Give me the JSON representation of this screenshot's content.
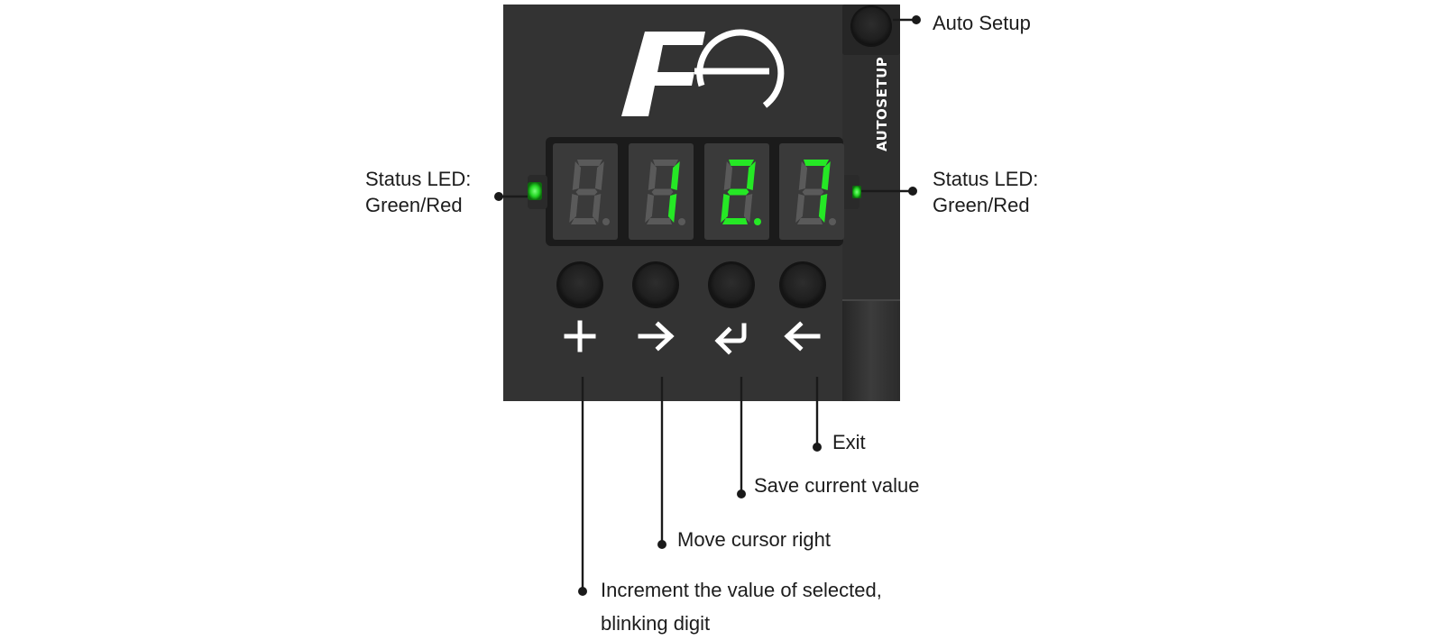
{
  "device": {
    "side_label": "AUTOSETUP",
    "display_digits": [
      "",
      "1",
      "2",
      "7"
    ],
    "decimal_point_on": [
      false,
      false,
      true,
      false
    ],
    "led_color": "#25e825",
    "panel_color": "#333333",
    "buttons": [
      {
        "symbol": "+",
        "icon": "plus-icon"
      },
      {
        "symbol": "→",
        "icon": "arrow-right-icon"
      },
      {
        "symbol": "↩",
        "icon": "enter-icon"
      },
      {
        "symbol": "←",
        "icon": "arrow-left-icon"
      }
    ]
  },
  "callouts": {
    "auto_setup": "Auto Setup",
    "status_led_left": [
      "Status LED:",
      "Green/Red"
    ],
    "status_led_right": [
      "Status LED:",
      "Green/Red"
    ],
    "exit": "Exit",
    "save": "Save current value",
    "move_right": "Move cursor right",
    "increment": [
      "Increment the value of selected,",
      "blinking digit"
    ]
  }
}
